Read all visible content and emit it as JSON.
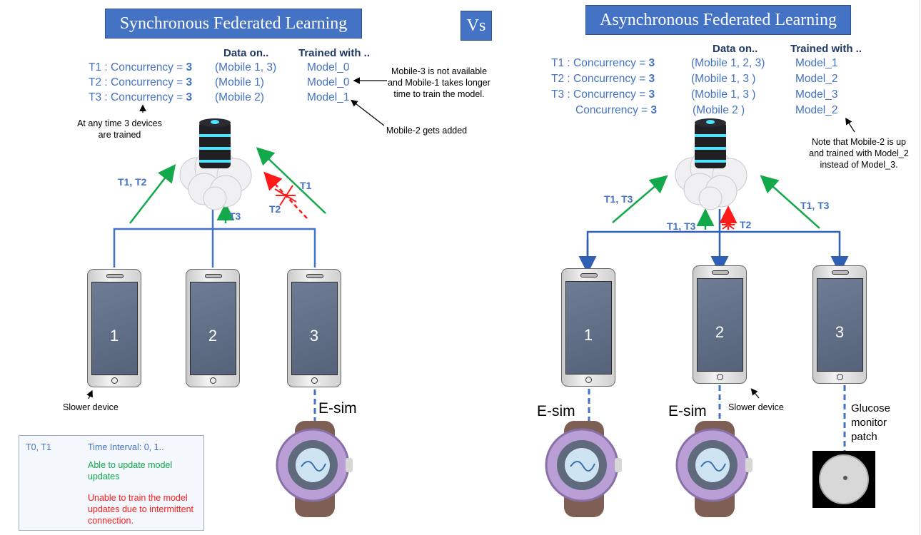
{
  "sync": {
    "title": "Synchronous Federated Learning",
    "config": [
      {
        "label": "T1 : Concurrency = ",
        "value": "3",
        "data": "(Mobile 1, 3)",
        "model": "Model_0"
      },
      {
        "label": "T2 : Concurrency = ",
        "value": "3",
        "data": "(Mobile 1)",
        "model": "Model_0"
      },
      {
        "label": "T3 : Concurrency = ",
        "value": "3",
        "data": "(Mobile 2)",
        "model": "Model_1"
      }
    ],
    "data_header": "Data on..",
    "trained_header": "Trained with ..",
    "note_devices": "At any time 3 devices are trained",
    "note_mobile3": "Mobile-3 is not available and Mobile-1 takes longer time to train the model.",
    "note_mobile2": "Mobile-2 gets added",
    "arrow_t1t2": "T1, T2",
    "arrow_t3": "T3",
    "arrow_t1": "T1",
    "arrow_t2": "T2",
    "phones": [
      "1",
      "2",
      "3"
    ],
    "slower": "Slower device",
    "esim": "E-sim"
  },
  "vs": "Vs",
  "async": {
    "title": "Asynchronous Federated Learning",
    "config": [
      {
        "label": "T1 : Concurrency = ",
        "value": "3",
        "data": "(Mobile 1, 2, 3)",
        "model": "Model_1"
      },
      {
        "label": "T2 : Concurrency = ",
        "value": "3",
        "data": "(Mobile 1, 3 )",
        "model": "Model_2"
      },
      {
        "label": "T3 : Concurrency = ",
        "value": "3",
        "data": "(Mobile 1, 3 )",
        "model": "Model_3"
      },
      {
        "label": "Concurrency = ",
        "value": "3",
        "data": "(Mobile 2 )",
        "model": "Model_2"
      }
    ],
    "data_header": "Data on..",
    "trained_header": "Trained with ..",
    "note": "Note that Mobile-2 is up and trained with Model_2 instead of Model_3.",
    "arrow_left": "T1, T3",
    "arrow_mid": "T1, T3",
    "arrow_t2": "T2",
    "arrow_right": "T1, T3",
    "phones": [
      "1",
      "2",
      "3"
    ],
    "slower": "Slower device",
    "esim_1": "E-sim",
    "esim_2": "E-sim",
    "glucose": "Glucose monitor patch"
  },
  "legend": {
    "t": "T0, T1",
    "interval": "Time Interval: 0, 1..",
    "green_text": "Able to update model updates",
    "red_text": "Unable to train the model updates due to intermittent connection.",
    "green": "#13a84a",
    "red": "#ff1a1a"
  },
  "colors": {
    "title_bg": "#4472c4",
    "line": "#4472c4",
    "text_blue": "#4472c4"
  }
}
